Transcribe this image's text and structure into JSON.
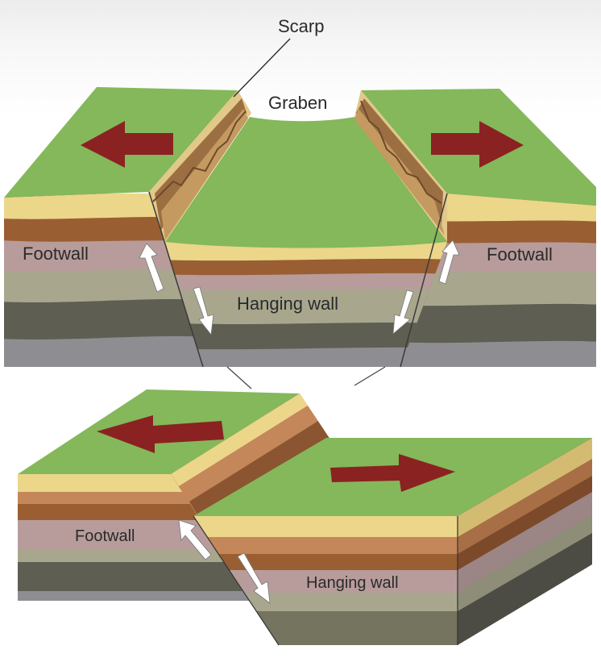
{
  "graben_diagram": {
    "scarp_label": "Scarp",
    "graben_label": "Graben",
    "footwall_left_label": "Footwall",
    "footwall_right_label": "Footwall",
    "hanging_wall_label": "Hanging wall"
  },
  "normal_fault_diagram": {
    "footwall_label": "Footwall",
    "hanging_wall_label": "Hanging wall"
  },
  "colors": {
    "surface": "#84b85a",
    "arrow": "#8b2222",
    "layer_yellow": "#ecd68a",
    "layer_brown": "#9a5e33",
    "layer_pink": "#b89c9c",
    "layer_tan": "#a8a78e",
    "layer_dark": "#5e5e52",
    "layer_gray": "#8e8e92"
  }
}
